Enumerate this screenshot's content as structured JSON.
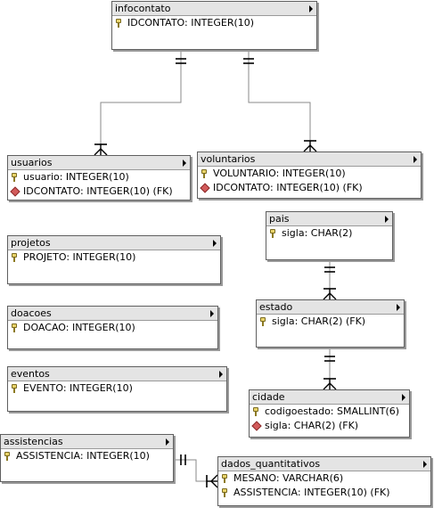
{
  "colors": {
    "border": "#5f5f5f",
    "header_bg": "#e4e4e4",
    "connector": "#000000",
    "fk_marker": "#d25a5a"
  },
  "entities": [
    {
      "id": "infocontato",
      "name": "infocontato",
      "attributes": [
        {
          "text": "IDCONTATO: INTEGER(10)",
          "icon": "key-icon"
        }
      ]
    },
    {
      "id": "usuarios",
      "name": "usuarios",
      "attributes": [
        {
          "text": "usuario: INTEGER(10)",
          "icon": "key-icon"
        },
        {
          "text": "IDCONTATO: INTEGER(10) (FK)",
          "icon": "fk-icon"
        }
      ]
    },
    {
      "id": "voluntarios",
      "name": "voluntarios",
      "attributes": [
        {
          "text": "VOLUNTARIO: INTEGER(10)",
          "icon": "key-icon"
        },
        {
          "text": "IDCONTATO: INTEGER(10) (FK)",
          "icon": "fk-icon"
        }
      ]
    },
    {
      "id": "pais",
      "name": "pais",
      "attributes": [
        {
          "text": "sigla: CHAR(2)",
          "icon": "key-icon"
        }
      ]
    },
    {
      "id": "projetos",
      "name": "projetos",
      "attributes": [
        {
          "text": "PROJETO: INTEGER(10)",
          "icon": "key-icon"
        }
      ]
    },
    {
      "id": "estado",
      "name": "estado",
      "attributes": [
        {
          "text": "sigla: CHAR(2) (FK)",
          "icon": "key-icon"
        }
      ]
    },
    {
      "id": "doacoes",
      "name": "doacoes",
      "attributes": [
        {
          "text": "DOACAO: INTEGER(10)",
          "icon": "key-icon"
        }
      ]
    },
    {
      "id": "eventos",
      "name": "eventos",
      "attributes": [
        {
          "text": "EVENTO: INTEGER(10)",
          "icon": "key-icon"
        }
      ]
    },
    {
      "id": "cidade",
      "name": "cidade",
      "attributes": [
        {
          "text": "codigoestado: SMALLINT(6)",
          "icon": "key-icon"
        },
        {
          "text": "sigla: CHAR(2) (FK)",
          "icon": "fk-icon"
        }
      ]
    },
    {
      "id": "assistencias",
      "name": "assistencias",
      "attributes": [
        {
          "text": "ASSISTENCIA: INTEGER(10)",
          "icon": "key-icon"
        }
      ]
    },
    {
      "id": "dados_quantitativos",
      "name": "dados_quantitativos",
      "attributes": [
        {
          "text": "MESANO: VARCHAR(6)",
          "icon": "key-icon"
        },
        {
          "text": "ASSISTENCIA: INTEGER(10) (FK)",
          "icon": "key-icon"
        }
      ]
    }
  ],
  "relationships": [
    {
      "from": "infocontato",
      "to": "usuarios",
      "parent_end": "one",
      "child_end": "many"
    },
    {
      "from": "infocontato",
      "to": "voluntarios",
      "parent_end": "one",
      "child_end": "many"
    },
    {
      "from": "pais",
      "to": "estado",
      "parent_end": "one",
      "child_end": "many"
    },
    {
      "from": "estado",
      "to": "cidade",
      "parent_end": "one",
      "child_end": "many"
    },
    {
      "from": "assistencias",
      "to": "dados_quantitativos",
      "parent_end": "one",
      "child_end": "many"
    }
  ]
}
